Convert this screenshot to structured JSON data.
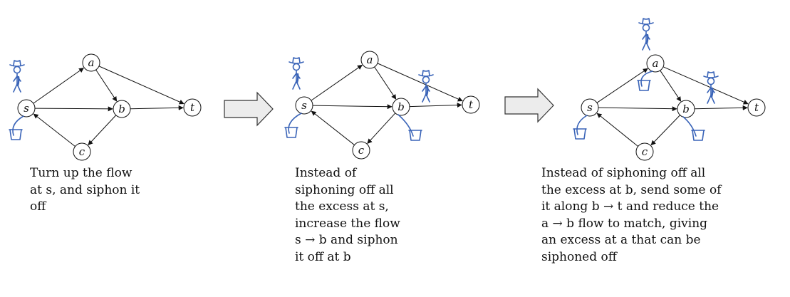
{
  "colors": {
    "graph_stroke": "#111111",
    "figure_blue": "#3a64b8",
    "arrow_fill": "#ececec"
  },
  "panels": [
    {
      "nodes": {
        "s": "s",
        "a": "a",
        "b": "b",
        "c": "c",
        "t": "t"
      },
      "figures": [
        "cowboy-at-s",
        "bucket-at-s"
      ],
      "caption": [
        "Turn up the flow",
        "at s, and siphon it",
        "off"
      ]
    },
    {
      "nodes": {
        "s": "s",
        "a": "a",
        "b": "b",
        "c": "c",
        "t": "t"
      },
      "figures": [
        "cowboy-at-s",
        "bucket-at-s",
        "cowboy-at-b",
        "bucket-at-b"
      ],
      "caption": [
        "Instead of",
        "siphoning off all",
        "the excess at s,",
        "increase the flow",
        "s → b and siphon",
        "it off at b"
      ]
    },
    {
      "nodes": {
        "s": "s",
        "a": "a",
        "b": "b",
        "c": "c",
        "t": "t"
      },
      "figures": [
        "cowboy-at-a",
        "bucket-at-a",
        "cowboy-at-b",
        "bucket-at-b",
        "bucket-at-s"
      ],
      "caption": [
        "Instead of siphoning off all",
        "the excess at b, send some of",
        "it along b → t and reduce the",
        "a → b flow to match, giving",
        "an excess at a that can be",
        "siphoned off"
      ]
    }
  ],
  "transition_icons": [
    "right-arrow-icon",
    "right-arrow-icon"
  ]
}
